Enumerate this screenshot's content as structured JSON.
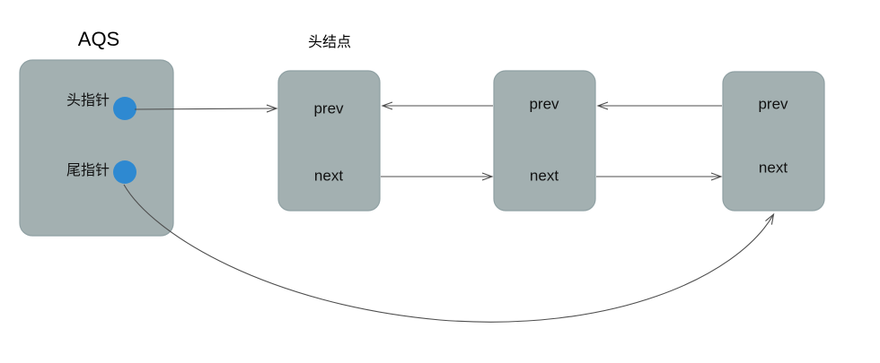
{
  "diagram": {
    "type": "aqs-clh-queue",
    "background_color": "#ffffff",
    "box_fill_color": "#a3b0b1",
    "box_stroke_color": "#8fa0a3",
    "pointer_dot_color": "#2e89d1",
    "arrow_color": "#4d4d4d",
    "text_color": "#111111"
  },
  "aqs": {
    "caption": "AQS",
    "head_pointer_label": "头指针",
    "tail_pointer_label": "尾指针",
    "head_dot_name": "head-pointer-dot",
    "tail_dot_name": "tail-pointer-dot"
  },
  "head_node_caption": "头结点",
  "nodes": [
    {
      "id": "node-1",
      "prev_label": "prev",
      "next_label": "next"
    },
    {
      "id": "node-2",
      "prev_label": "prev",
      "next_label": "next"
    },
    {
      "id": "node-3",
      "prev_label": "prev",
      "next_label": "next"
    }
  ],
  "edges": [
    {
      "name": "head-pointer-to-node-1",
      "kind": "straight",
      "direction": "right"
    },
    {
      "name": "node-2-prev-to-node-1",
      "kind": "straight",
      "direction": "left"
    },
    {
      "name": "node-3-prev-to-node-2",
      "kind": "straight",
      "direction": "left"
    },
    {
      "name": "node-1-next-to-node-2",
      "kind": "straight",
      "direction": "right"
    },
    {
      "name": "node-2-next-to-node-3",
      "kind": "straight",
      "direction": "right"
    },
    {
      "name": "tail-pointer-to-node-3",
      "kind": "curved",
      "direction": "up-right"
    }
  ]
}
